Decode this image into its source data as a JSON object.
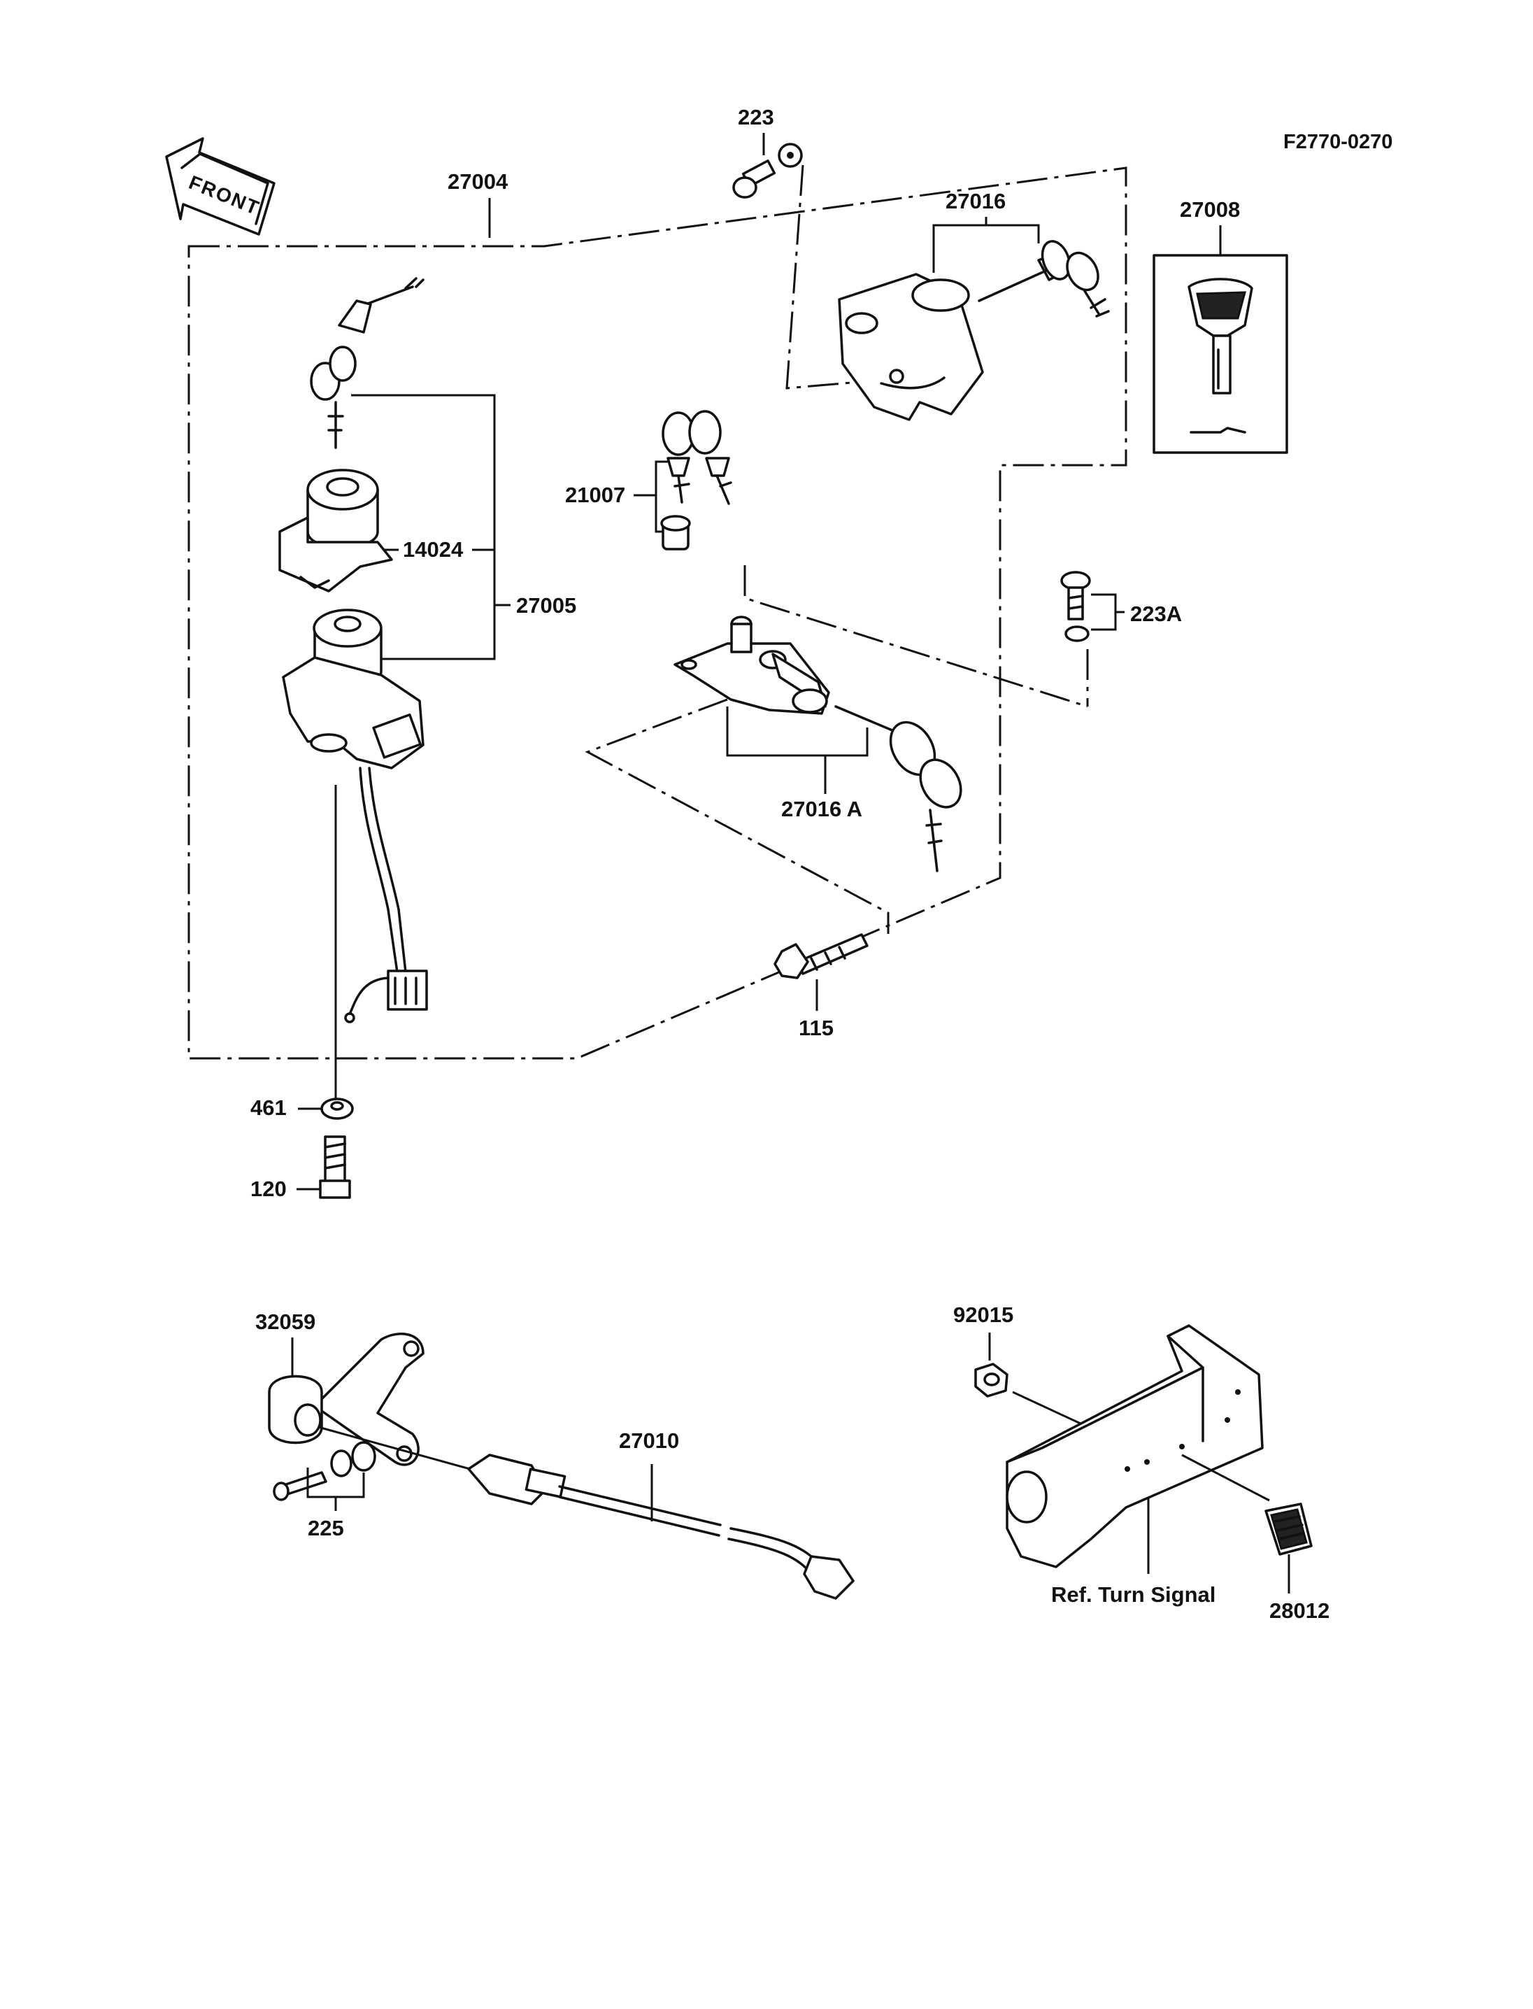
{
  "drawing_code": "F2770-0270",
  "front_label": "FRONT",
  "parts": {
    "p27004": "27004",
    "p223": "223",
    "p27016": "27016",
    "p27008": "27008",
    "p14024": "14024",
    "p27005": "27005",
    "p21007": "21007",
    "p223A": "223A",
    "p27016A": "27016 A",
    "p115": "115",
    "p461": "461",
    "p120": "120",
    "p32059": "32059",
    "p27010": "27010",
    "p225": "225",
    "p92015": "92015",
    "p28012": "28012"
  },
  "reference_note": "Ref. Turn Signal"
}
